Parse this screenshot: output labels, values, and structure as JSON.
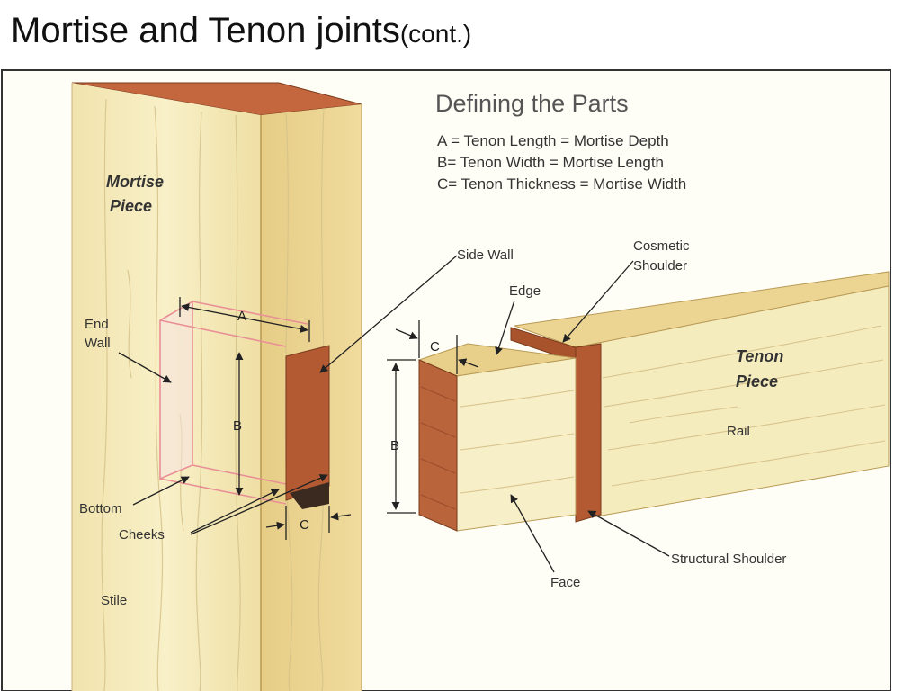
{
  "slide": {
    "title": "Mortise and Tenon joints",
    "title_suffix": "(cont.)"
  },
  "figure": {
    "heading": "Defining the Parts",
    "definitions": [
      "A = Tenon Length = Mortise Depth",
      "B= Tenon Width = Mortise Length",
      "C= Tenon Thickness = Mortise Width"
    ],
    "labels": {
      "mortise_piece_1": "Mortise",
      "mortise_piece_2": "Piece",
      "tenon_piece_1": "Tenon",
      "tenon_piece_2": "Piece",
      "end_wall_1": "End",
      "end_wall_2": "Wall",
      "bottom": "Bottom",
      "cheeks": "Cheeks",
      "stile": "Stile",
      "side_wall": "Side Wall",
      "edge": "Edge",
      "cosmetic_shoulder_1": "Cosmetic",
      "cosmetic_shoulder_2": "Shoulder",
      "rail": "Rail",
      "structural_shoulder": "Structural Shoulder",
      "face": "Face",
      "dim_a": "A",
      "dim_b_mortise": "B",
      "dim_b_tenon": "B",
      "dim_c_mortise": "C",
      "dim_c_tenon": "C"
    },
    "colors": {
      "wood_light": "#f4eab8",
      "wood_side": "#ecd593",
      "end_grain": "#b9643a",
      "end_grain_dark": "#8f4224",
      "mortise_outline": "#e98f96",
      "line": "#222222"
    }
  }
}
